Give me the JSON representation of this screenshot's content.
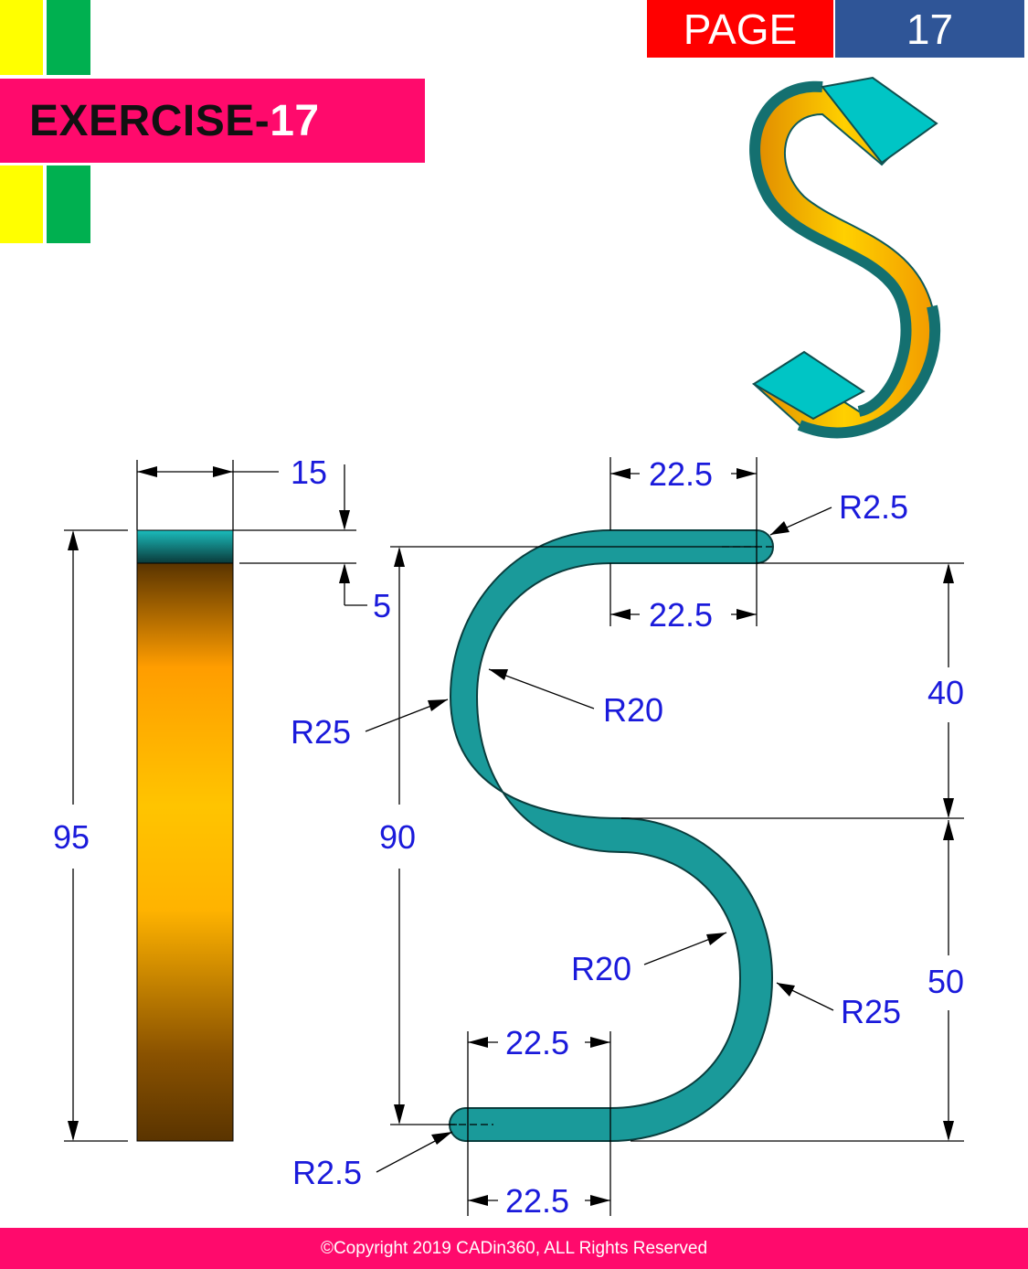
{
  "header": {
    "exercise_prefix": "EXERCISE-",
    "exercise_number": "17",
    "page_label": "PAGE",
    "page_number": "17"
  },
  "colors": {
    "yellow": "#ffff00",
    "green": "#00b050",
    "magenta": "#ff0a6c",
    "red": "#ff0000",
    "blue": "#2f5597",
    "teal": "#1a9a9a",
    "orange": "#ffa500",
    "dimension_text": "#1a1adb"
  },
  "drawing": {
    "icons": [
      "s-hook-isometric-icon"
    ],
    "dimensions": {
      "side_width": "15",
      "side_top_thickness": "5",
      "side_height": "95",
      "top_length_upper": "22.5",
      "top_length_lower": "22.5",
      "top_end_radius": "R2.5",
      "upper_inner_radius": "R20",
      "upper_outer_radius": "R25",
      "upper_height": "40",
      "total_height": "90",
      "lower_inner_radius": "R20",
      "lower_outer_radius": "R25",
      "lower_height": "50",
      "bottom_length_upper": "22.5",
      "bottom_end_radius": "R2.5",
      "bottom_length_lower": "22.5"
    }
  },
  "footer": {
    "copyright": "©Copyright 2019 CADin360, ALL Rights Reserved"
  }
}
